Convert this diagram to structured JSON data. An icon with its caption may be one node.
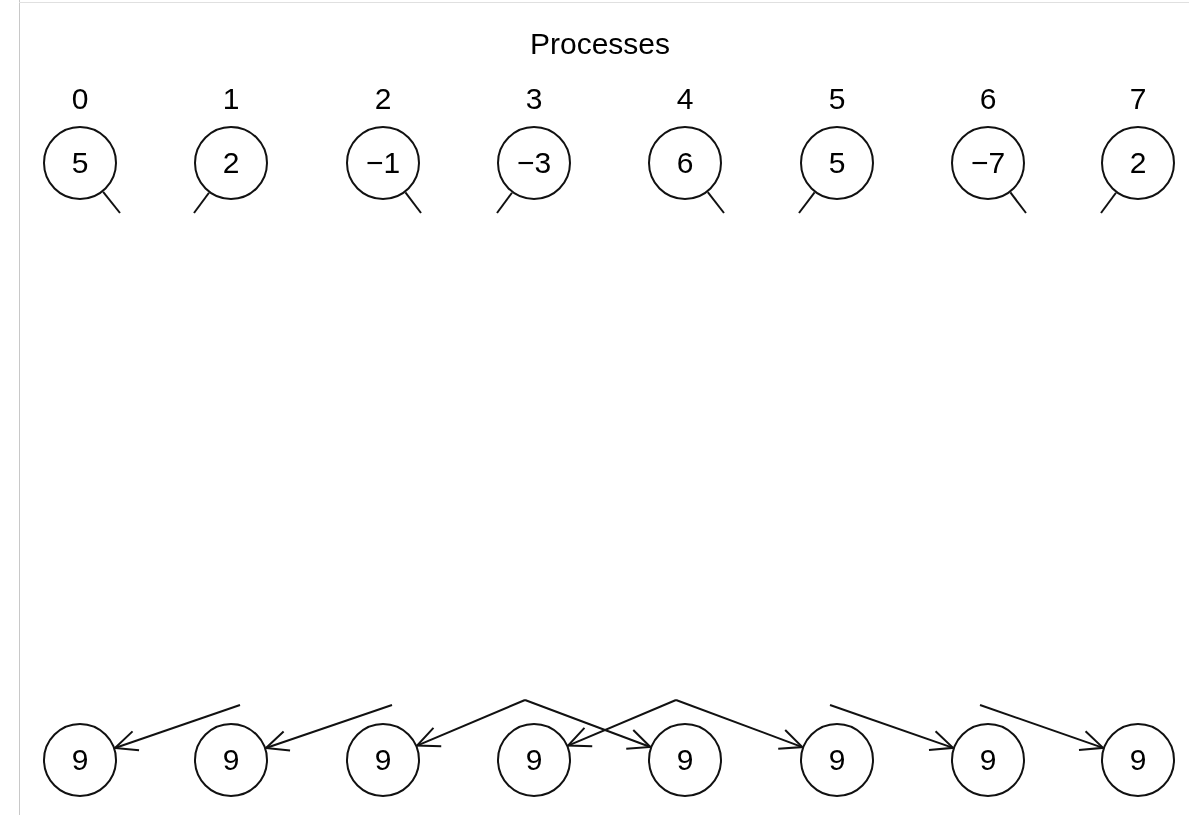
{
  "diagram": {
    "title": "Processes",
    "nodes": [
      {
        "text": [
          "5"
        ],
        "beside": [
          "0"
        ]
      },
      {
        "text": [
          "2"
        ],
        "beside": [
          "1"
        ]
      },
      {
        "text": [
          "−1"
        ],
        "beside": [
          "2"
        ]
      },
      {
        "text": [
          "−3"
        ],
        "beside": [
          "3"
        ]
      },
      {
        "text": [
          "6"
        ],
        "beside": [
          "4"
        ]
      },
      {
        "text": [
          "5"
        ],
        "beside": [
          "5"
        ]
      },
      {
        "text": [
          "−7"
        ],
        "beside": [
          "6"
        ]
      },
      {
        "text": [
          "2"
        ],
        "beside": [
          "7"
        ]
      },
      {
        "text": [
          "9"
        ]
      },
      {
        "text": [
          "9"
        ]
      },
      {
        "text": [
          "9"
        ]
      },
      {
        "text": [
          "9"
        ]
      },
      {
        "text": [
          "9"
        ]
      },
      {
        "text": [
          "9"
        ]
      },
      {
        "text": [
          "9"
        ]
      },
      {
        "text": [
          "9"
        ]
      }
    ],
    "edges": [
      {
        "from": 0,
        "to": null,
        "arrow": "none"
      },
      {
        "from": 1,
        "to": null,
        "arrow": "none"
      },
      {
        "from": 2,
        "to": null,
        "arrow": "none"
      },
      {
        "from": 3,
        "to": null,
        "arrow": "none"
      },
      {
        "from": 4,
        "to": null,
        "arrow": "none"
      },
      {
        "from": 5,
        "to": null,
        "arrow": "none"
      },
      {
        "from": 6,
        "to": null,
        "arrow": "none"
      },
      {
        "from": 7,
        "to": null,
        "arrow": "none"
      },
      {
        "from": null,
        "to": 8,
        "arrow": "to"
      },
      {
        "from": null,
        "to": 9,
        "arrow": "to"
      },
      {
        "from": null,
        "to": 10,
        "arrow": "to"
      },
      {
        "from": null,
        "to": 11,
        "arrow": "to"
      },
      {
        "from": null,
        "to": 12,
        "arrow": "to"
      },
      {
        "from": null,
        "to": 13,
        "arrow": "to"
      },
      {
        "from": null,
        "to": 14,
        "arrow": "to"
      },
      {
        "from": null,
        "to": 15,
        "arrow": "to"
      }
    ]
  }
}
